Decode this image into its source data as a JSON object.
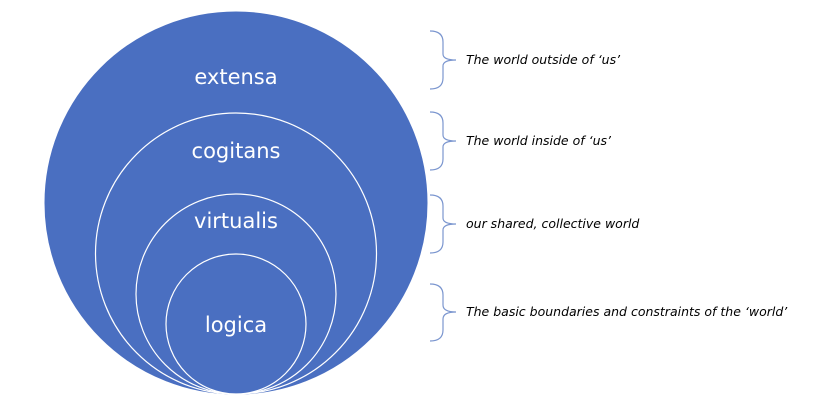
{
  "layers": [
    {
      "label": "extensa",
      "note": "The world outside of ‘us’"
    },
    {
      "label": "cogitans",
      "note": "The world inside of ‘us’"
    },
    {
      "label": "virtualis",
      "note": "our shared, collective world"
    },
    {
      "label": "logica",
      "note": "The basic boundaries and constraints of the ‘world’"
    }
  ],
  "colors": {
    "circle_fill": "#4a6fc1",
    "circle_stroke": "#ffffff",
    "bracket": "#7b96cf",
    "text_dark": "#000000",
    "text_light": "#ffffff"
  }
}
